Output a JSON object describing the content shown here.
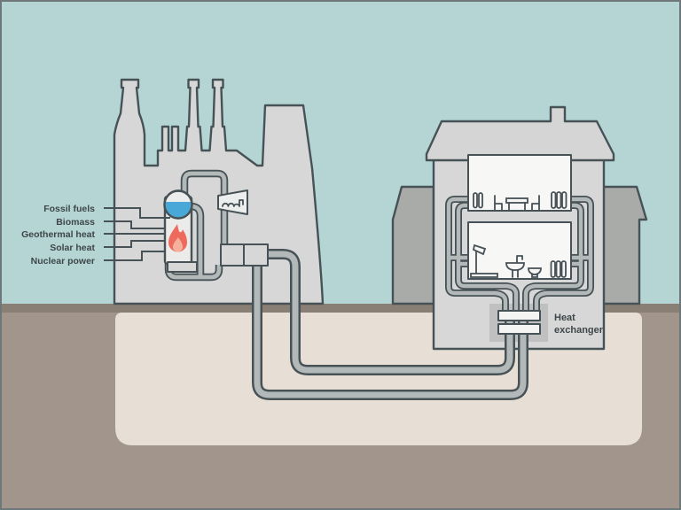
{
  "diagram": {
    "energy_source_labels": [
      "Fossil fuels",
      "Biomass",
      "Geothermal heat",
      "Solar heat",
      "Nuclear power"
    ],
    "heat_exchanger_label": {
      "line1": "Heat",
      "line2": "exchanger"
    }
  },
  "colors": {
    "sky": "#b4d5d3",
    "ground_strip": "#8a7f75",
    "soil": "#a2968c",
    "soil_inner": "#e7dfd6",
    "building_gray": "#d6d7d6",
    "neighbor_gray": "#a9aba9",
    "room_white": "#f7f7f5",
    "pipe_gray": "#b3b9b9",
    "outline": "#475256",
    "turbine_fill": "#eceded",
    "vessel_fill": "#ebebea",
    "hx_patch": "#bfc0bf",
    "water_blue": "#48a8d8",
    "flame_red": "#ed6a5c",
    "flame_light": "#f6b19d",
    "label_text": "#3e464a"
  }
}
